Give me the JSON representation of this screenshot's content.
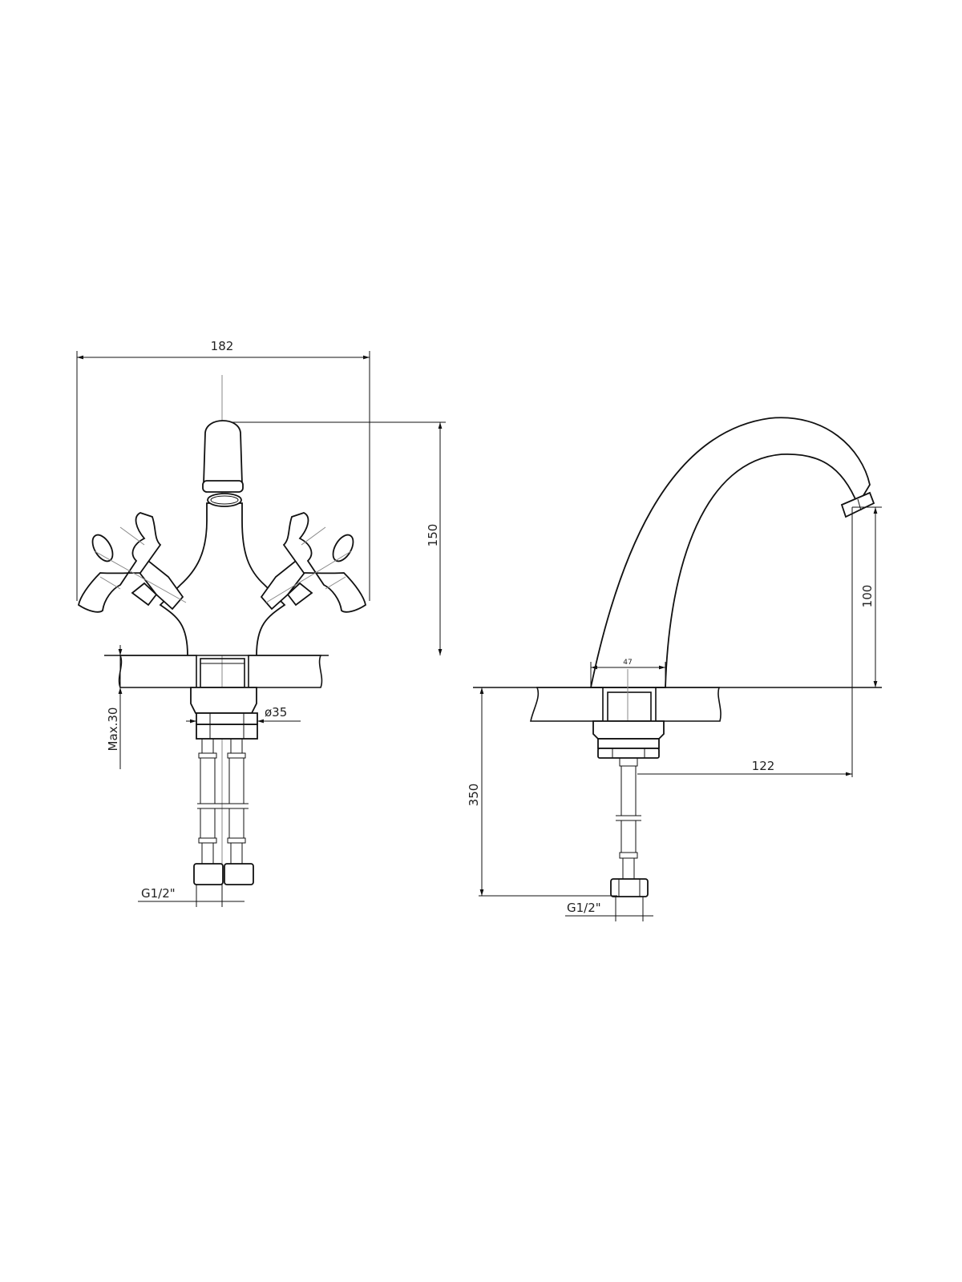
{
  "drawing": {
    "front_view": {
      "width_label": "182",
      "height_label": "150",
      "hole_diameter_label": "ø35",
      "max_thickness_label": "Max.30",
      "thread_label": "G1/2\""
    },
    "side_view": {
      "spout_base_label": "47",
      "spout_height_label": "100",
      "spout_reach_label": "122",
      "hose_length_label": "350",
      "thread_label": "G1/2\""
    }
  }
}
